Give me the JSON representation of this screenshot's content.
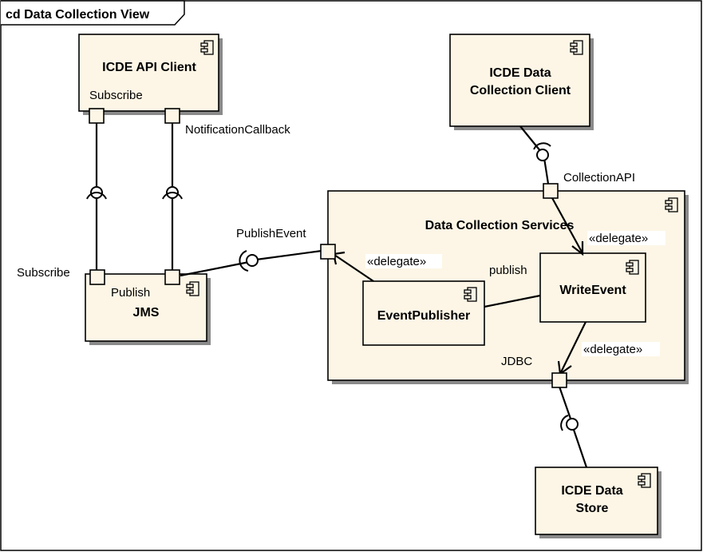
{
  "frame": {
    "title": "cd Data Collection View"
  },
  "components": {
    "api_client": "ICDE API Client",
    "data_collection_client_line1": "ICDE Data",
    "data_collection_client_line2": "Collection Client",
    "jms": "JMS",
    "services": "Data Collection Services",
    "event_publisher": "EventPublisher",
    "write_event": "WriteEvent",
    "data_store_line1": "ICDE Data",
    "data_store_line2": "Store"
  },
  "ports": {
    "api_subscribe": "Subscribe",
    "api_notification": "NotificationCallback",
    "jms_subscribe": "Subscribe",
    "jms_publish": "Publish",
    "publish_event": "PublishEvent",
    "collection_api": "CollectionAPI",
    "jdbc": "JDBC"
  },
  "connectors": {
    "delegate_top": "«delegate»",
    "delegate_left": "«delegate»",
    "delegate_bottom": "«delegate»",
    "publish": "publish"
  },
  "colors": {
    "component_fill": "#fdf6e6",
    "shadow": "#8a8a8a",
    "stroke": "#000000"
  },
  "icons": {
    "component": "component-icon",
    "required_interface": "socket-icon"
  }
}
